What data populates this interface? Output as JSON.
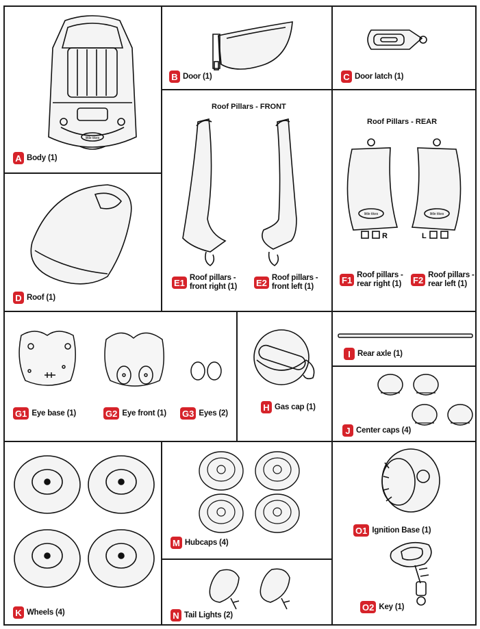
{
  "parts": [
    {
      "letter": "A",
      "name": "Body (1)"
    },
    {
      "letter": "B",
      "name": "Door (1)"
    },
    {
      "letter": "C",
      "name": "Door latch (1)"
    },
    {
      "letter": "D",
      "name": "Roof (1)"
    },
    {
      "letter": "E1",
      "name_line1": "Roof pillars -",
      "name_line2": "front right (1)"
    },
    {
      "letter": "E2",
      "name_line1": "Roof pillars -",
      "name_line2": "front left (1)"
    },
    {
      "letter": "F1",
      "name_line1": "Roof pillars -",
      "name_line2": "rear right (1)"
    },
    {
      "letter": "F2",
      "name_line1": "Roof pillars -",
      "name_line2": "rear left (1)"
    },
    {
      "letter": "G1",
      "name": "Eye base (1)"
    },
    {
      "letter": "G2",
      "name": "Eye front (1)"
    },
    {
      "letter": "G3",
      "name": "Eyes (2)"
    },
    {
      "letter": "H",
      "name": "Gas cap (1)"
    },
    {
      "letter": "I",
      "name": "Rear axle (1)"
    },
    {
      "letter": "J",
      "name": "Center caps (4)"
    },
    {
      "letter": "K",
      "name": "Wheels (4)"
    },
    {
      "letter": "M",
      "name": "Hubcaps (4)"
    },
    {
      "letter": "N",
      "name": "Tail Lights (2)"
    },
    {
      "letter": "O1",
      "name": "Ignition Base (1)"
    },
    {
      "letter": "O2",
      "name": "Key (1)"
    }
  ],
  "headings": {
    "front": "Roof  Pillars - FRONT",
    "rear": "Roof  Pillars - REAR"
  },
  "imprints": {
    "logo": "little tikes",
    "rear_right_mark": "R",
    "rear_left_mark": "L"
  }
}
